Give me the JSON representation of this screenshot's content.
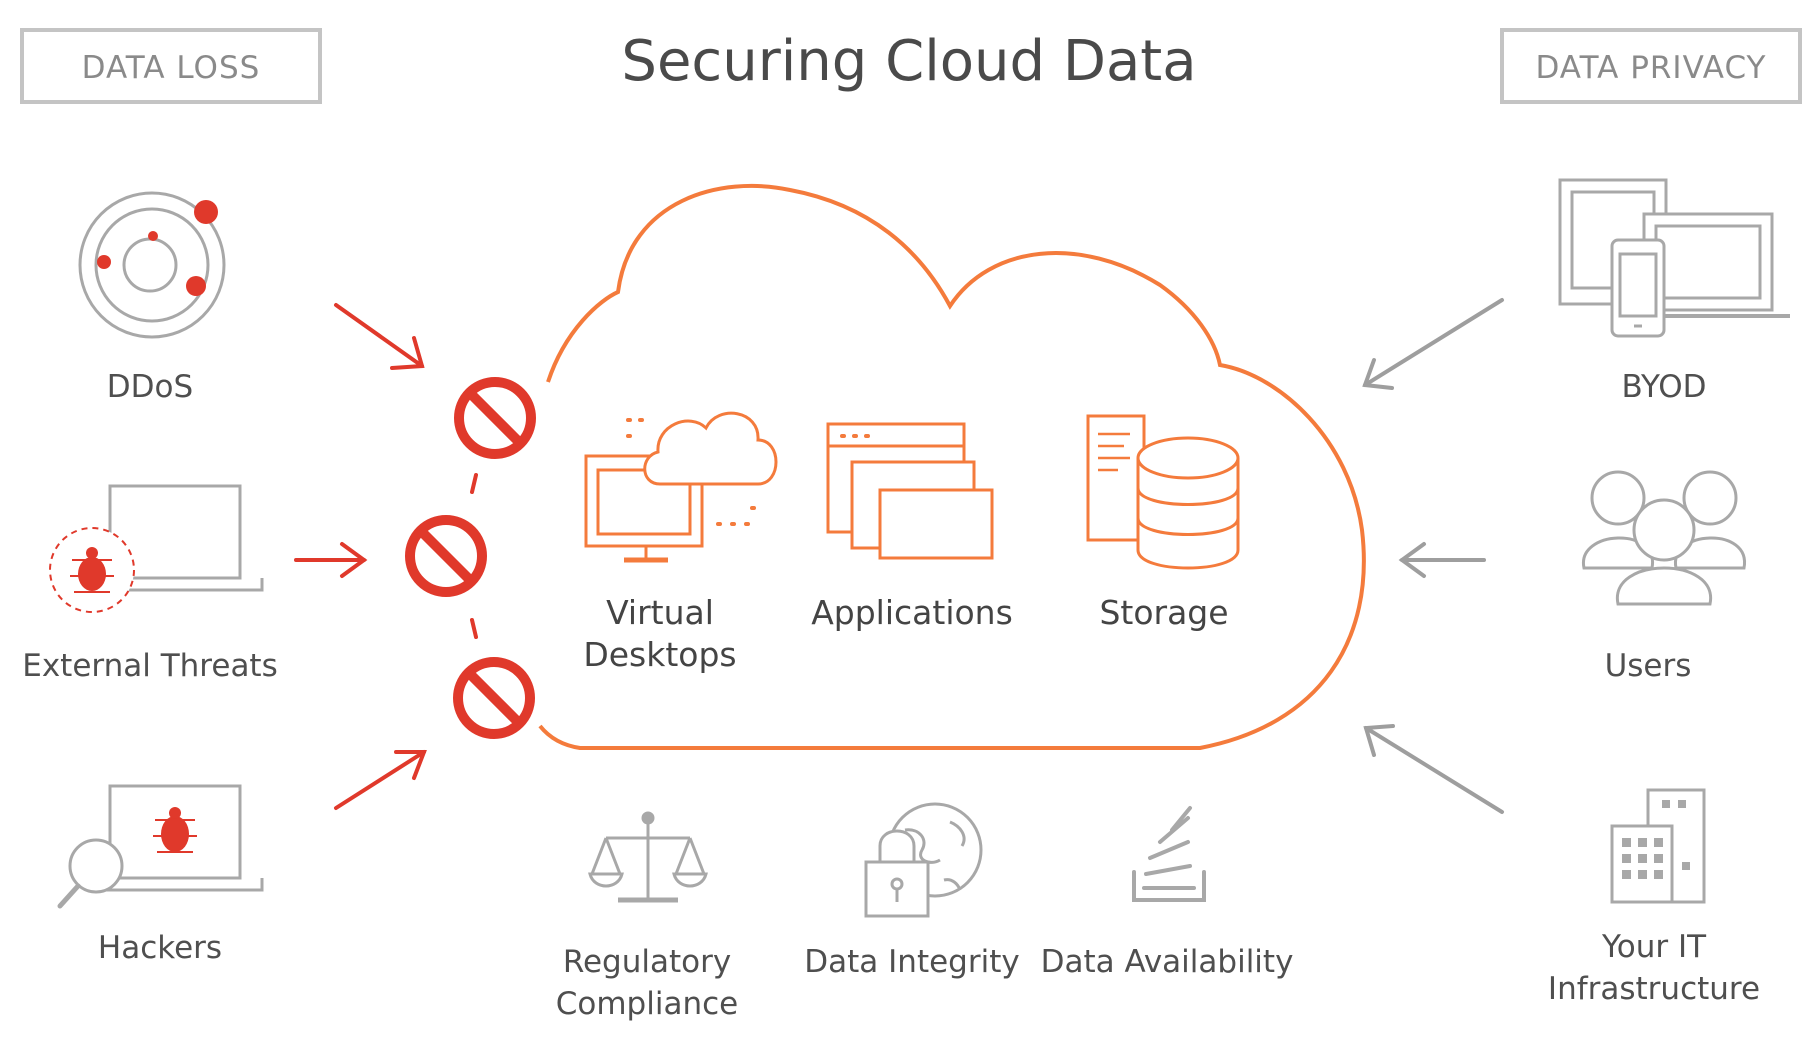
{
  "title": "Securing Cloud Data",
  "left_box": "DATA LOSS",
  "right_box": "DATA PRIVACY",
  "threats": [
    {
      "label": "DDoS",
      "icon": "ddos-target-icon"
    },
    {
      "label": "External Threats",
      "icon": "laptop-bug-icon"
    },
    {
      "label": "Hackers",
      "icon": "laptop-magnifier-bug-icon"
    }
  ],
  "cloud_items": [
    {
      "line1": "Virtual",
      "line2": "Desktops",
      "icon": "virtual-desktop-icon"
    },
    {
      "line1": "Applications",
      "line2": "",
      "icon": "applications-windows-icon"
    },
    {
      "line1": "Storage",
      "line2": "",
      "icon": "database-storage-icon"
    }
  ],
  "bottom_items": [
    {
      "line1": "Regulatory",
      "line2": "Compliance",
      "icon": "scales-icon"
    },
    {
      "line1": "Data Integrity",
      "line2": "",
      "icon": "lock-globe-icon"
    },
    {
      "line1": "Data Availability",
      "line2": "",
      "icon": "stack-tray-icon"
    }
  ],
  "privacy": [
    {
      "line1": "BYOD",
      "line2": "",
      "icon": "devices-icon"
    },
    {
      "line1": "Users",
      "line2": "",
      "icon": "users-group-icon"
    },
    {
      "line1": "Your IT",
      "line2": "Infrastructure",
      "icon": "building-icon"
    }
  ],
  "colors": {
    "accent_orange": "#f47b3c",
    "threat_red": "#e0392b",
    "gray": "#9a9a9a"
  }
}
